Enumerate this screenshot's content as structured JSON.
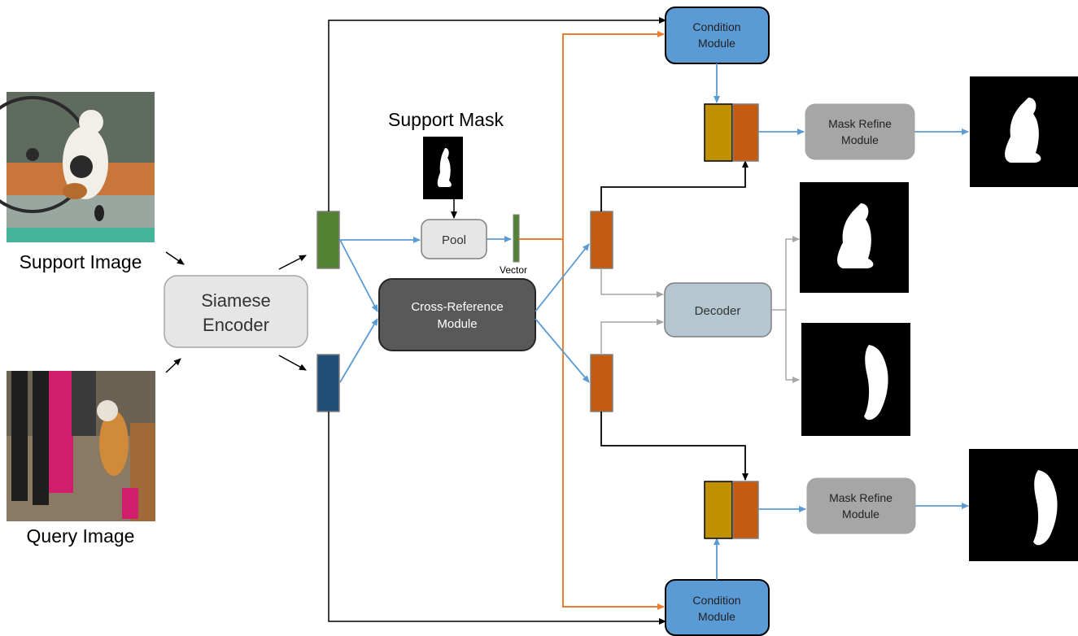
{
  "labels": {
    "support_image": "Support Image",
    "query_image": "Query Image",
    "support_mask": "Support Mask",
    "siamese_line1": "Siamese",
    "siamese_line2": "Encoder",
    "pool": "Pool",
    "vector": "Vector",
    "cross_ref_line1": "Cross-Reference",
    "cross_ref_line2": "Module",
    "decoder": "Decoder",
    "condition_line1": "Condition",
    "condition_line2": "Module",
    "mask_refine_line1": "Mask Refine",
    "mask_refine_line2": "Module"
  },
  "colors": {
    "blue_arrow": "#5b9bd5",
    "orange_arrow": "#ed7d31",
    "gray_arrow": "#a6a6a6",
    "condition_fill": "#5b9bd5",
    "cross_ref_fill": "#595959",
    "decoder_fill": "#b4c7d0",
    "mask_refine_fill": "#a6a6a6",
    "encoder_fill": "#e7e6e6",
    "support_feat": "#548235",
    "query_feat": "#1f4e79",
    "orange_feat": "#c55a11",
    "gold_feat": "#bf9000"
  }
}
